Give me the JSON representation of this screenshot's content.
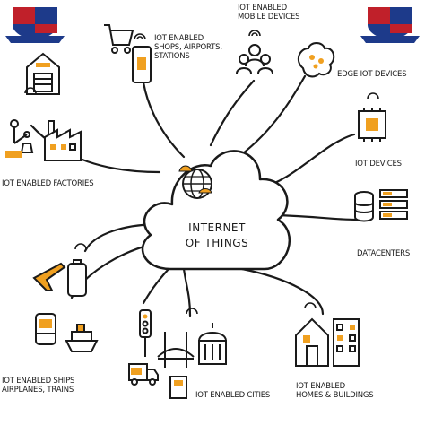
{
  "center": {
    "line1": "INTERNET",
    "line2": "OF THINGS"
  },
  "labels": {
    "shops": "IoT ENABLED\nSHOPS, AIRPORTS,\nSTATIONS",
    "mobile": "IoT ENABLED\nMOBILE DEVICES",
    "edge": "EDGE IoT DEVICES",
    "factories": "IoT ENABLED FACTORIES",
    "devices": "IoT DEVICES",
    "datacenters": "DATACENTERS",
    "ships": "IoT ENABLED SHIPS\nAIRPLANES, TRAINS",
    "cities": "IoT ENABLED CITIES",
    "homes": "IoT ENABLED\nHOMES & BUILDINGS"
  },
  "colors": {
    "accent": "#f0a020",
    "line": "#1a1a1a",
    "logo_blue": "#1d3a8a",
    "logo_red": "#c0202a"
  },
  "icons": [
    "university-logo",
    "store-icon",
    "shopping-cart-icon",
    "mobile-phone-icon",
    "people-group-icon",
    "brain-icon",
    "factory-icon",
    "robot-arm-icon",
    "chip-icon",
    "database-icon",
    "server-icon",
    "airplane-icon",
    "luggage-icon",
    "train-icon",
    "ship-icon",
    "traffic-light-icon",
    "bridge-icon",
    "truck-icon",
    "government-building-icon",
    "house-icon",
    "office-building-icon",
    "cloud-icon",
    "globe-icon"
  ]
}
